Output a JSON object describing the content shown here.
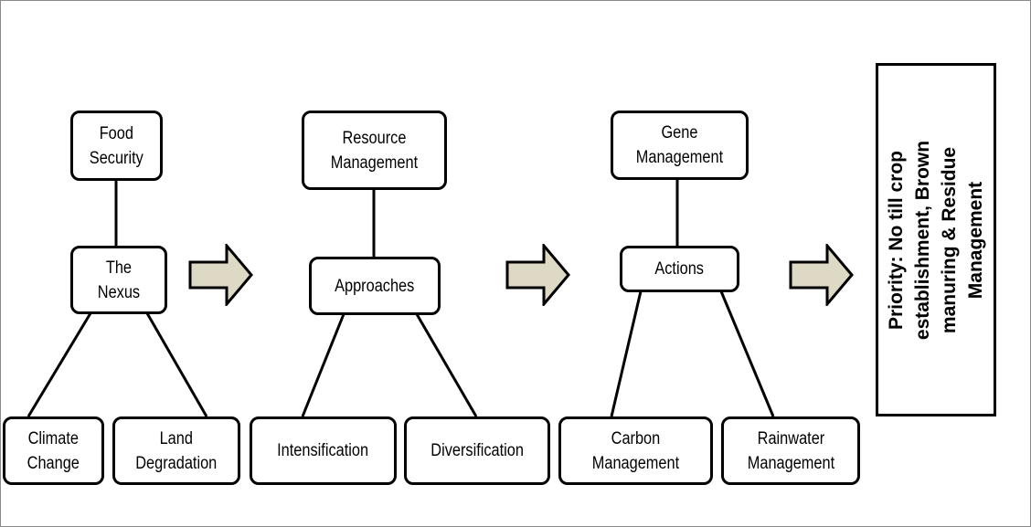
{
  "diagram": {
    "groups": [
      {
        "top": "Food\nSecurity",
        "middle": "The\nNexus",
        "left": "Climate\nChange",
        "right": "Land\nDegradation"
      },
      {
        "top": "Resource\nManagement",
        "middle": "Approaches",
        "left": "Intensification",
        "right": "Diversification"
      },
      {
        "top": "Gene\nManagement",
        "middle": "Actions",
        "left": "Carbon\nManagement",
        "right": "Rainwater\nManagement"
      }
    ],
    "priority": "Priority: No till crop\nestablishment, Brown\nmanuring & Residue\nManagement",
    "colors": {
      "arrow_fill": "#ddd9c4",
      "stroke": "#000000"
    },
    "arrow_icon": "block-arrow-right"
  }
}
